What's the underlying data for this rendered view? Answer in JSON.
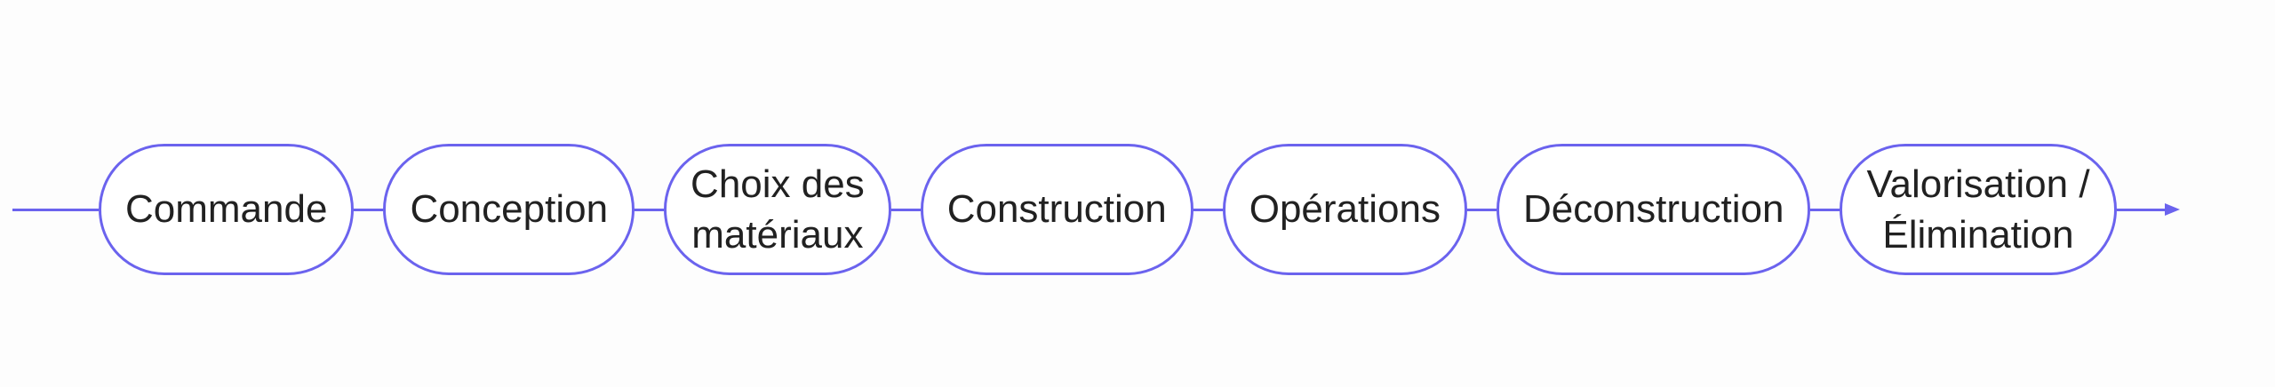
{
  "flow": {
    "direction": "left-to-right",
    "nodes": [
      {
        "label": "Commande"
      },
      {
        "label": "Conception"
      },
      {
        "label": "Choix des\nmatériaux"
      },
      {
        "label": "Construction"
      },
      {
        "label": "Opérations"
      },
      {
        "label": "Déconstruction"
      },
      {
        "label": "Valorisation /\nÉlimination"
      }
    ],
    "end_marker": "arrow-right"
  },
  "colors": {
    "accent": "#6b63ee",
    "node_fill": "#ffffff",
    "text": "#212121",
    "background": "#fdfdfd"
  }
}
